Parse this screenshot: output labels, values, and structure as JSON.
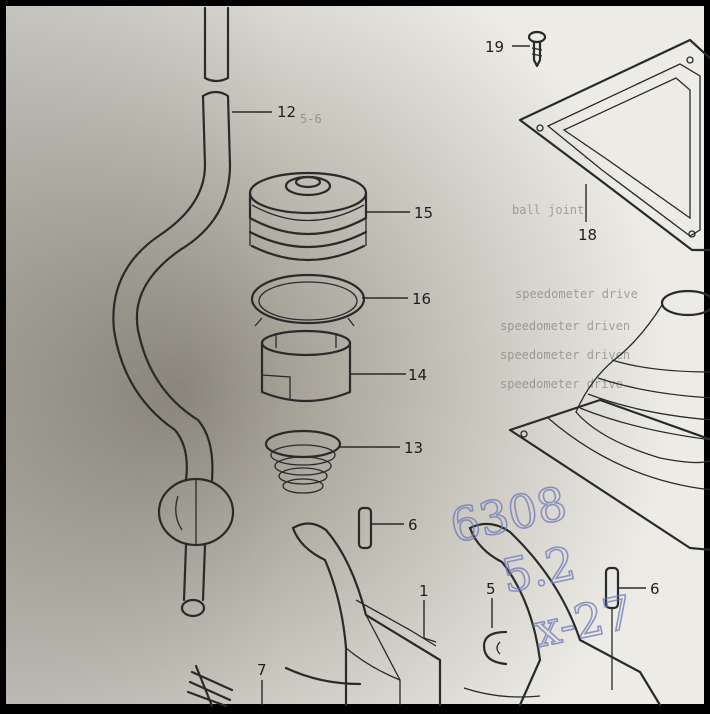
{
  "diagram": {
    "colors": {
      "paper": "#e8e6df",
      "paper_shadow": "#a8a49a",
      "ink": "#2a2a2a",
      "handwriting": "#6d78b8",
      "frame": "#000000"
    },
    "part_labels": {
      "p1": "1",
      "p5": "5",
      "p6a": "6",
      "p6b": "6",
      "p7": "7",
      "p12": "12",
      "p13": "13",
      "p14": "14",
      "p15": "15",
      "p16": "16",
      "p18": "18",
      "p19": "19"
    },
    "background_text": {
      "r1": "speedometer drive",
      "r2": "speedometer driven",
      "r3": "speedometer driven",
      "r4": "speedometer drive",
      "r5": "ball joint",
      "r6": "5-6"
    },
    "handwritten_note": {
      "line1": "6308",
      "line2": "5.2",
      "line3": "x-27"
    }
  }
}
